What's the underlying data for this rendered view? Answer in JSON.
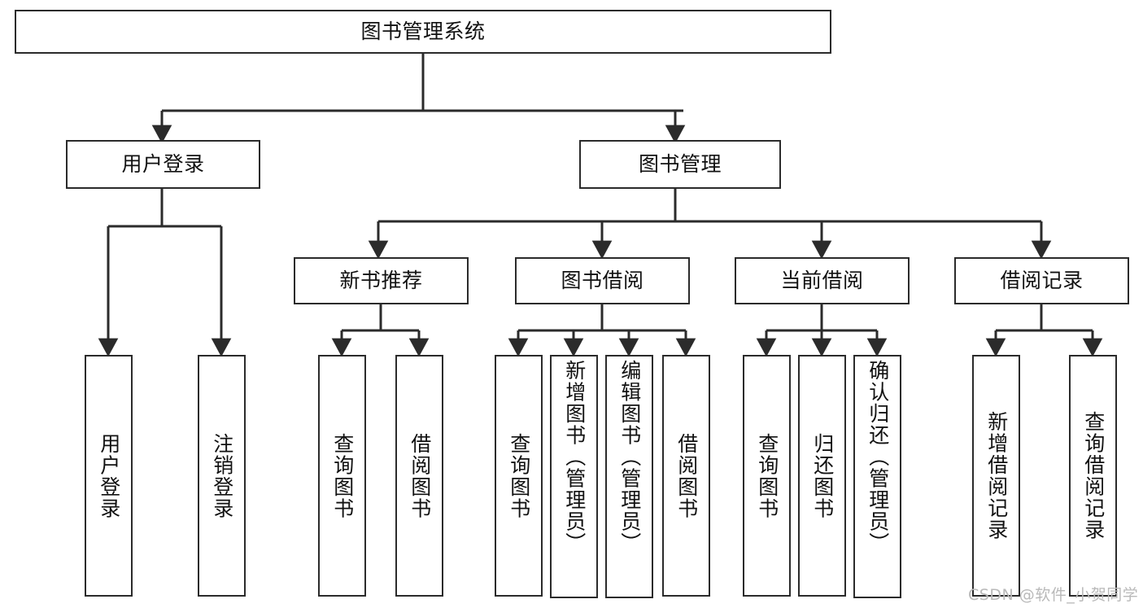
{
  "diagram": {
    "type": "tree-hierarchy",
    "title": "图书管理系统",
    "orientation": "top-down",
    "colors": {
      "stroke": "#2b2b2b",
      "fill": "#ffffff",
      "text": "#111111",
      "watermark": "#b9b9b9"
    },
    "watermark": "CSDN @软件_小贺同学",
    "root": {
      "id": "root",
      "label": "图书管理系统",
      "level": 0
    },
    "level1": [
      {
        "id": "user-login",
        "label": "用户登录",
        "level": 1
      },
      {
        "id": "book-manage",
        "label": "图书管理",
        "level": 1
      }
    ],
    "level2": [
      {
        "id": "new-book-rec",
        "label": "新书推荐",
        "level": 2,
        "parent": "book-manage"
      },
      {
        "id": "book-borrow",
        "label": "图书借阅",
        "level": 2,
        "parent": "book-manage"
      },
      {
        "id": "current-borrow",
        "label": "当前借阅",
        "level": 2,
        "parent": "book-manage"
      },
      {
        "id": "borrow-record",
        "label": "借阅记录",
        "level": 2,
        "parent": "book-manage"
      }
    ],
    "leaves": [
      {
        "id": "leaf-user-login",
        "label": "用户登录",
        "parent": "user-login"
      },
      {
        "id": "leaf-logout",
        "label": "注销登录",
        "parent": "user-login"
      },
      {
        "id": "leaf-query-book-1",
        "label": "查询图书",
        "parent": "new-book-rec"
      },
      {
        "id": "leaf-borrow-book-1",
        "label": "借阅图书",
        "parent": "new-book-rec"
      },
      {
        "id": "leaf-query-book-2",
        "label": "查询图书",
        "parent": "book-borrow"
      },
      {
        "id": "leaf-add-book",
        "label": "新增图书（管理员）",
        "parent": "book-borrow"
      },
      {
        "id": "leaf-edit-book",
        "label": "编辑图书（管理员）",
        "parent": "book-borrow"
      },
      {
        "id": "leaf-borrow-book-2",
        "label": "借阅图书",
        "parent": "book-borrow"
      },
      {
        "id": "leaf-query-book-3",
        "label": "查询图书",
        "parent": "current-borrow"
      },
      {
        "id": "leaf-return-book",
        "label": "归还图书",
        "parent": "current-borrow"
      },
      {
        "id": "leaf-confirm-return",
        "label": "确认归还（管理员）",
        "parent": "current-borrow"
      },
      {
        "id": "leaf-add-record",
        "label": "新增借阅记录",
        "parent": "borrow-record"
      },
      {
        "id": "leaf-query-record",
        "label": "查询借阅记录",
        "parent": "borrow-record"
      }
    ]
  }
}
